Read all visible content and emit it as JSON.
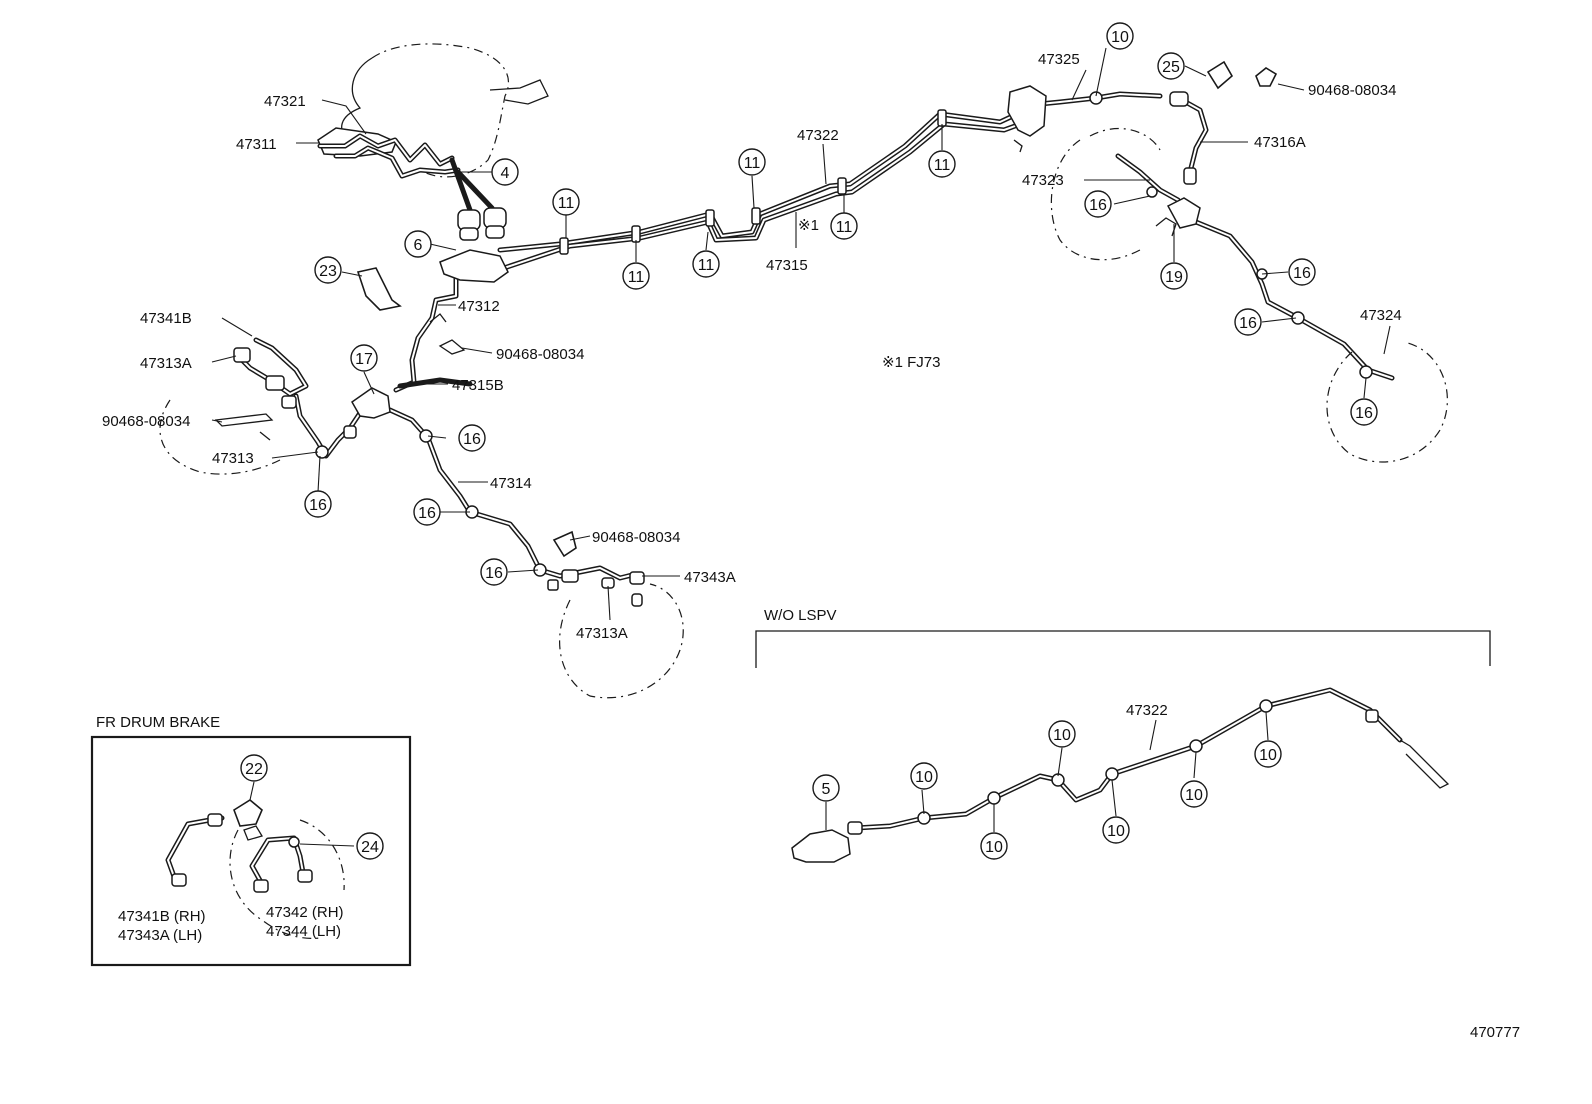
{
  "diagram": {
    "page_code": "470777",
    "note": "※1 FJ73",
    "section_wo_lspv": "W/O LSPV",
    "section_fr_drum": "FR DRUM BRAKE"
  },
  "labels": {
    "p47321": "47321",
    "p47311": "47311",
    "p47322": "47322",
    "p47325": "47325",
    "p47316A": "47316A",
    "p47323": "47323",
    "p47312": "47312",
    "p47315": "47315",
    "p47315_mark": "※1",
    "p90468_top": "90468-08034",
    "p90468_mid": "90468-08034",
    "p90468_left": "90468-08034",
    "p90468_bottom": "90468-08034",
    "p47315B": "47315B",
    "p47341B": "47341B",
    "p47313A_left": "47313A",
    "p47313": "47313",
    "p47314": "47314",
    "p47343A": "47343A",
    "p47313A_bottom": "47313A",
    "p47324": "47324",
    "p47322_wo": "47322",
    "drum_47341B": "47341B (RH)",
    "drum_47343A": "47343A (LH)",
    "drum_47342": "47342 (RH)",
    "drum_47344": "47344 (LH)"
  },
  "callouts": {
    "c4": "4",
    "c6": "6",
    "c10": "10",
    "c11": "11",
    "c16": "16",
    "c17": "17",
    "c19": "19",
    "c22": "22",
    "c23": "23",
    "c24": "24",
    "c25": "25",
    "c5": "5"
  }
}
